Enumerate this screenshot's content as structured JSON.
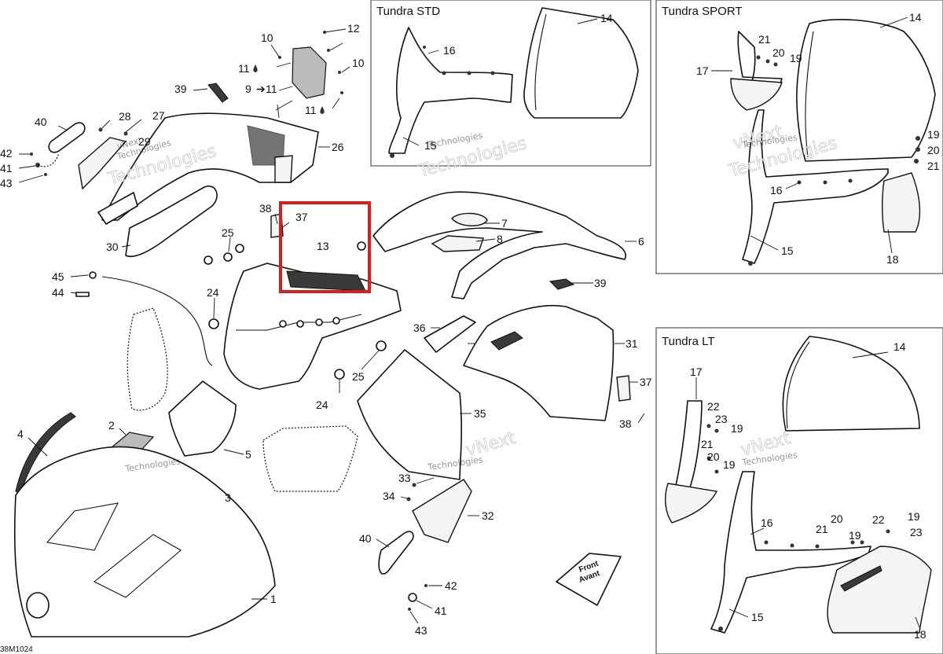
{
  "figure_code": "38M1024",
  "highlighted_part": "13",
  "watermark": {
    "line1": "vNext",
    "line2": "Technologies"
  },
  "front_arrow": {
    "line1": "Front",
    "line2": "Avant"
  },
  "insets": {
    "std": {
      "title": "Tundra STD",
      "labels": [
        "16",
        "14",
        "15"
      ]
    },
    "sport": {
      "title": "Tundra SPORT",
      "labels": [
        "21",
        "20",
        "19",
        "17",
        "14",
        "19",
        "20",
        "21",
        "16",
        "15",
        "18"
      ]
    },
    "lt": {
      "title": "Tundra LT",
      "labels": [
        "17",
        "14",
        "22",
        "23",
        "19",
        "21",
        "20",
        "19",
        "16",
        "20",
        "22",
        "19",
        "21",
        "23",
        "19",
        "15",
        "18"
      ]
    }
  },
  "main_labels": [
    "12",
    "10",
    "10",
    "11",
    "11",
    "9",
    "39",
    "11",
    "28",
    "27",
    "40",
    "29",
    "26",
    "42",
    "41",
    "43",
    "38",
    "37",
    "13",
    "7",
    "8",
    "6",
    "30",
    "25",
    "24",
    "45",
    "44",
    "39",
    "36",
    "31",
    "25",
    "24",
    "37",
    "38",
    "35",
    "2",
    "4",
    "5",
    "3",
    "33",
    "34",
    "32",
    "40",
    "42",
    "41",
    "43",
    "1"
  ]
}
